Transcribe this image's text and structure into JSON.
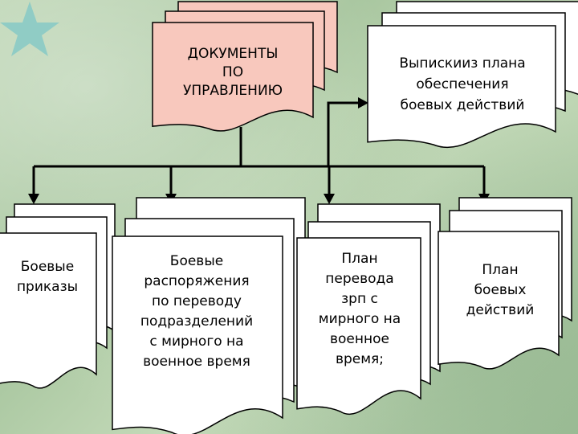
{
  "colors": {
    "accent_doc_fill": "#f8c8bd",
    "doc_fill": "#ffffff",
    "stroke": "#000000",
    "star": "#86c9c6"
  },
  "decoration": {
    "star_icon": "star-icon"
  },
  "nodes": {
    "mgmt_docs": "ДОКУМЕНТЫ\nПО\nУПРАВЛЕНИЮ",
    "plan_extracts": "Выпискииз плана\nобеспечения\nбоевых действий",
    "combat_orders": "Боевые\nприказы",
    "combat_directives": "Боевые\nраспоряжения\nпо переводу\nподразделений\nс мирного на\nвоенное время",
    "transfer_plan": "План\nперевода\nзрп с\nмирного на\nвоенное\nвремя;",
    "combat_plan": "План\nбоевых\nдействий"
  }
}
